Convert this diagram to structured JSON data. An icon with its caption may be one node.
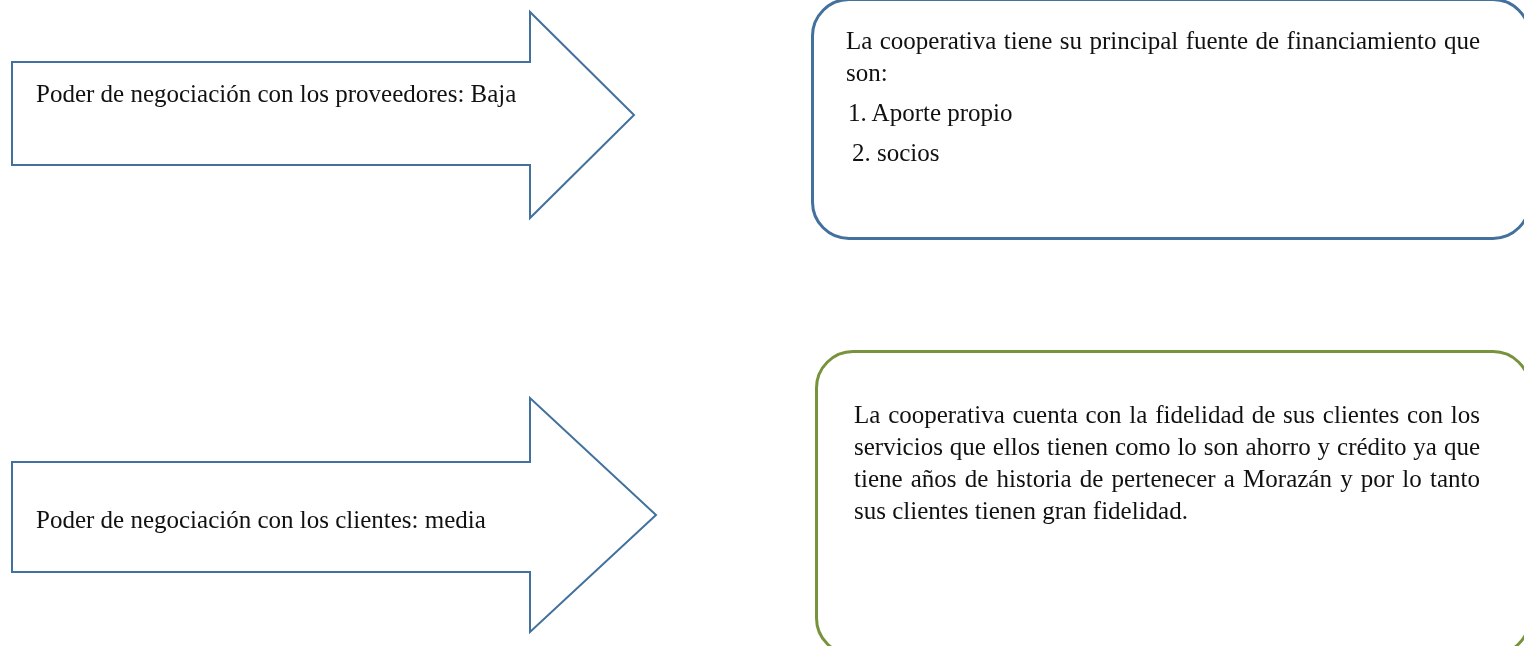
{
  "diagram": {
    "nodes": [
      {
        "text": [
          "Poder de negociación con los proveedores: Baja"
        ]
      },
      {
        "text": [
          "La cooperativa tiene su principal fuente de financiamiento que son:",
          "1. Aporte propio",
          "2. socios"
        ]
      },
      {
        "text": [
          "Poder de negociación con los clientes: media"
        ]
      },
      {
        "text": [
          "La cooperativa cuenta con la fidelidad de sus clientes con los servicios que ellos tienen como lo son ahorro y crédito ya que tiene años de historia de pertenecer a Morazán y por lo tanto sus clientes tienen gran fidelidad."
        ]
      }
    ]
  }
}
